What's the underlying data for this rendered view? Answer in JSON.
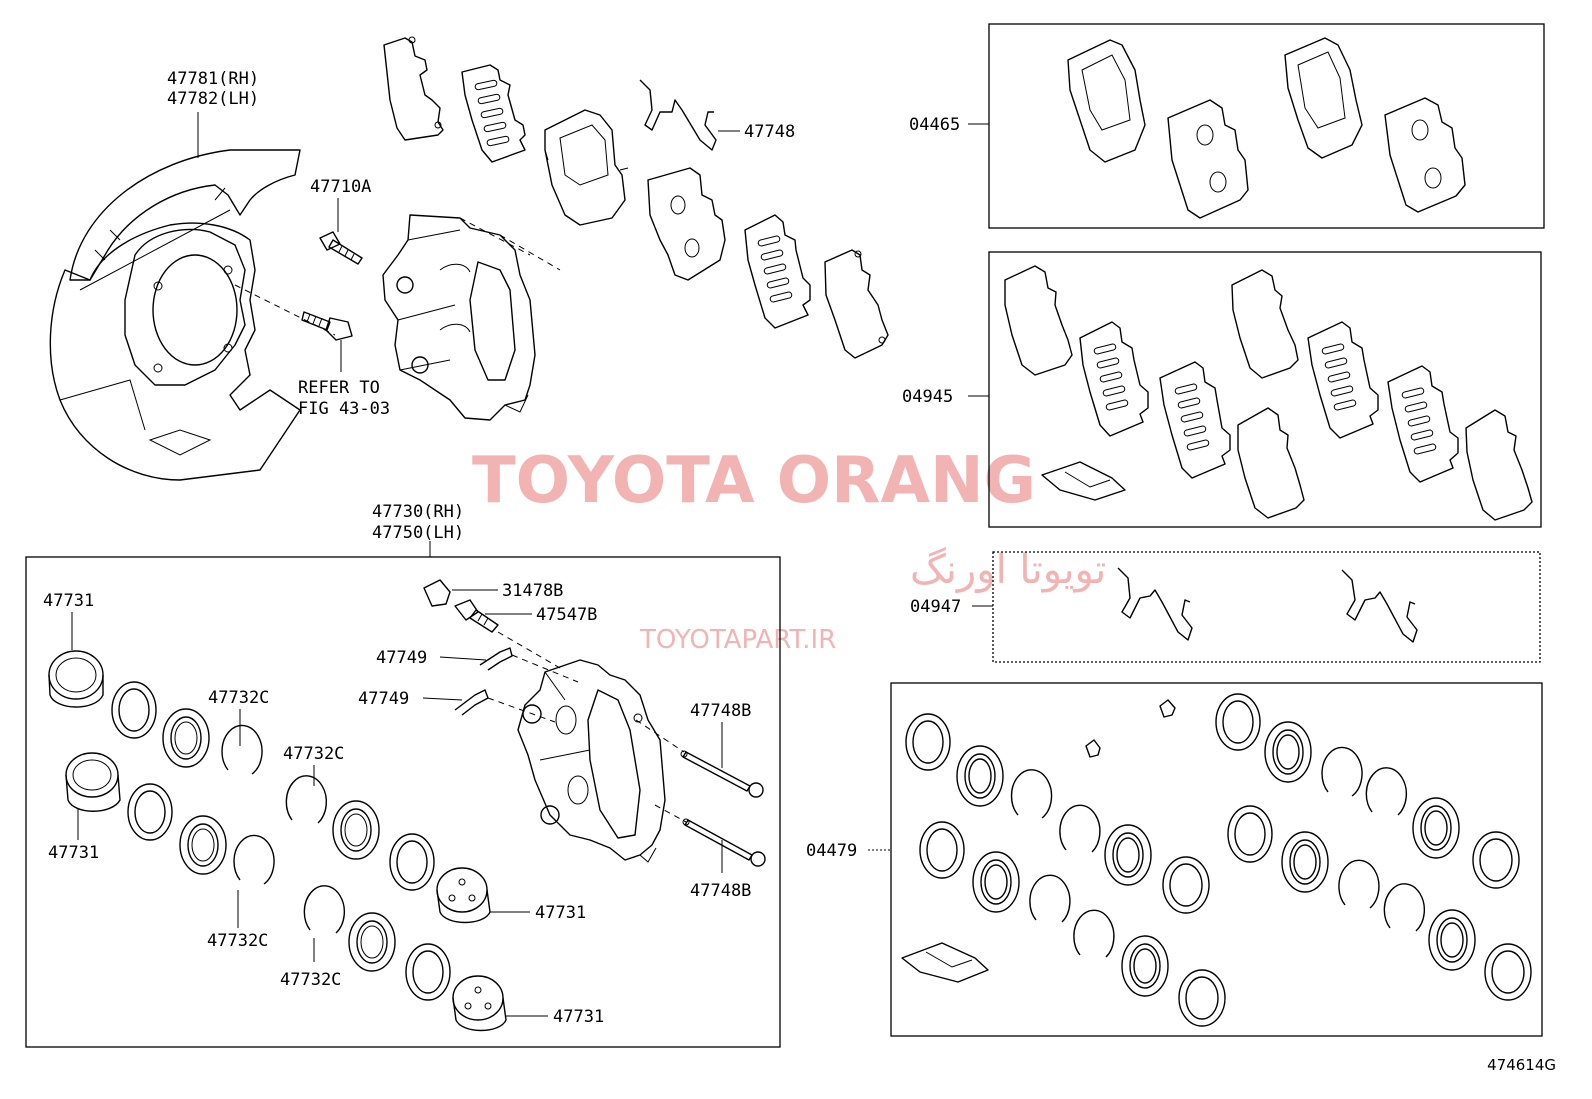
{
  "labels": {
    "dust_cover_rh": "47781(RH)",
    "dust_cover_lh": "47782(LH)",
    "bolt": "47710A",
    "refer_line1": "REFER TO",
    "refer_line2": "FIG 43-03",
    "spring": "47748",
    "caliper_rh": "47730(RH)",
    "caliper_lh": "47750(LH)",
    "cap": "31478B",
    "bleeder": "47547B",
    "clip_a": "47749",
    "clip_b": "47749",
    "pin_a": "47748B",
    "pin_b": "47748B",
    "piston_1": "47731",
    "piston_2": "47731",
    "piston_3": "47731",
    "piston_4": "47731",
    "ring_1": "47732C",
    "ring_2": "47732C",
    "ring_3": "47732C",
    "ring_4": "47732C",
    "kit_pads": "04465",
    "kit_shims": "04945",
    "kit_springs": "04947",
    "kit_seals": "04479",
    "figure_code": "474614G"
  },
  "watermark": {
    "brand": "TOYOTA ORANG",
    "persian": "تویوتا اورنگ",
    "url": "TOYOTAPART.IR",
    "color": "#f2b3b3"
  }
}
